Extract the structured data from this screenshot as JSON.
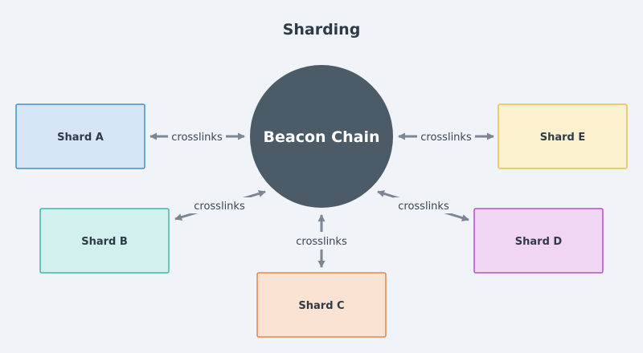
{
  "title": "Sharding",
  "colors": {
    "background": "#f0f3f7",
    "hub_fill": "#4b5b68",
    "arrow": "#7a8694",
    "text": "#2e3a47"
  },
  "hub": {
    "label": "Beacon Chain"
  },
  "shards": [
    {
      "id": "a",
      "label": "Shard A",
      "fill": "#d6e6f7",
      "stroke": "#3f8fd0"
    },
    {
      "id": "b",
      "label": "Shard B",
      "fill": "#d2f0ee",
      "stroke": "#3fb6ad"
    },
    {
      "id": "c",
      "label": "Shard C",
      "fill": "#fbe3d4",
      "stroke": "#e0894e"
    },
    {
      "id": "d",
      "label": "Shard D",
      "fill": "#f1d6f4",
      "stroke": "#b64fc8"
    },
    {
      "id": "e",
      "label": "Shard E",
      "fill": "#fcf1cf",
      "stroke": "#e6c04a"
    }
  ],
  "connections": [
    {
      "shard": "a",
      "label": "crosslinks"
    },
    {
      "shard": "b",
      "label": "crosslinks"
    },
    {
      "shard": "c",
      "label": "crosslinks"
    },
    {
      "shard": "d",
      "label": "crosslinks"
    },
    {
      "shard": "e",
      "label": "crosslinks"
    }
  ]
}
